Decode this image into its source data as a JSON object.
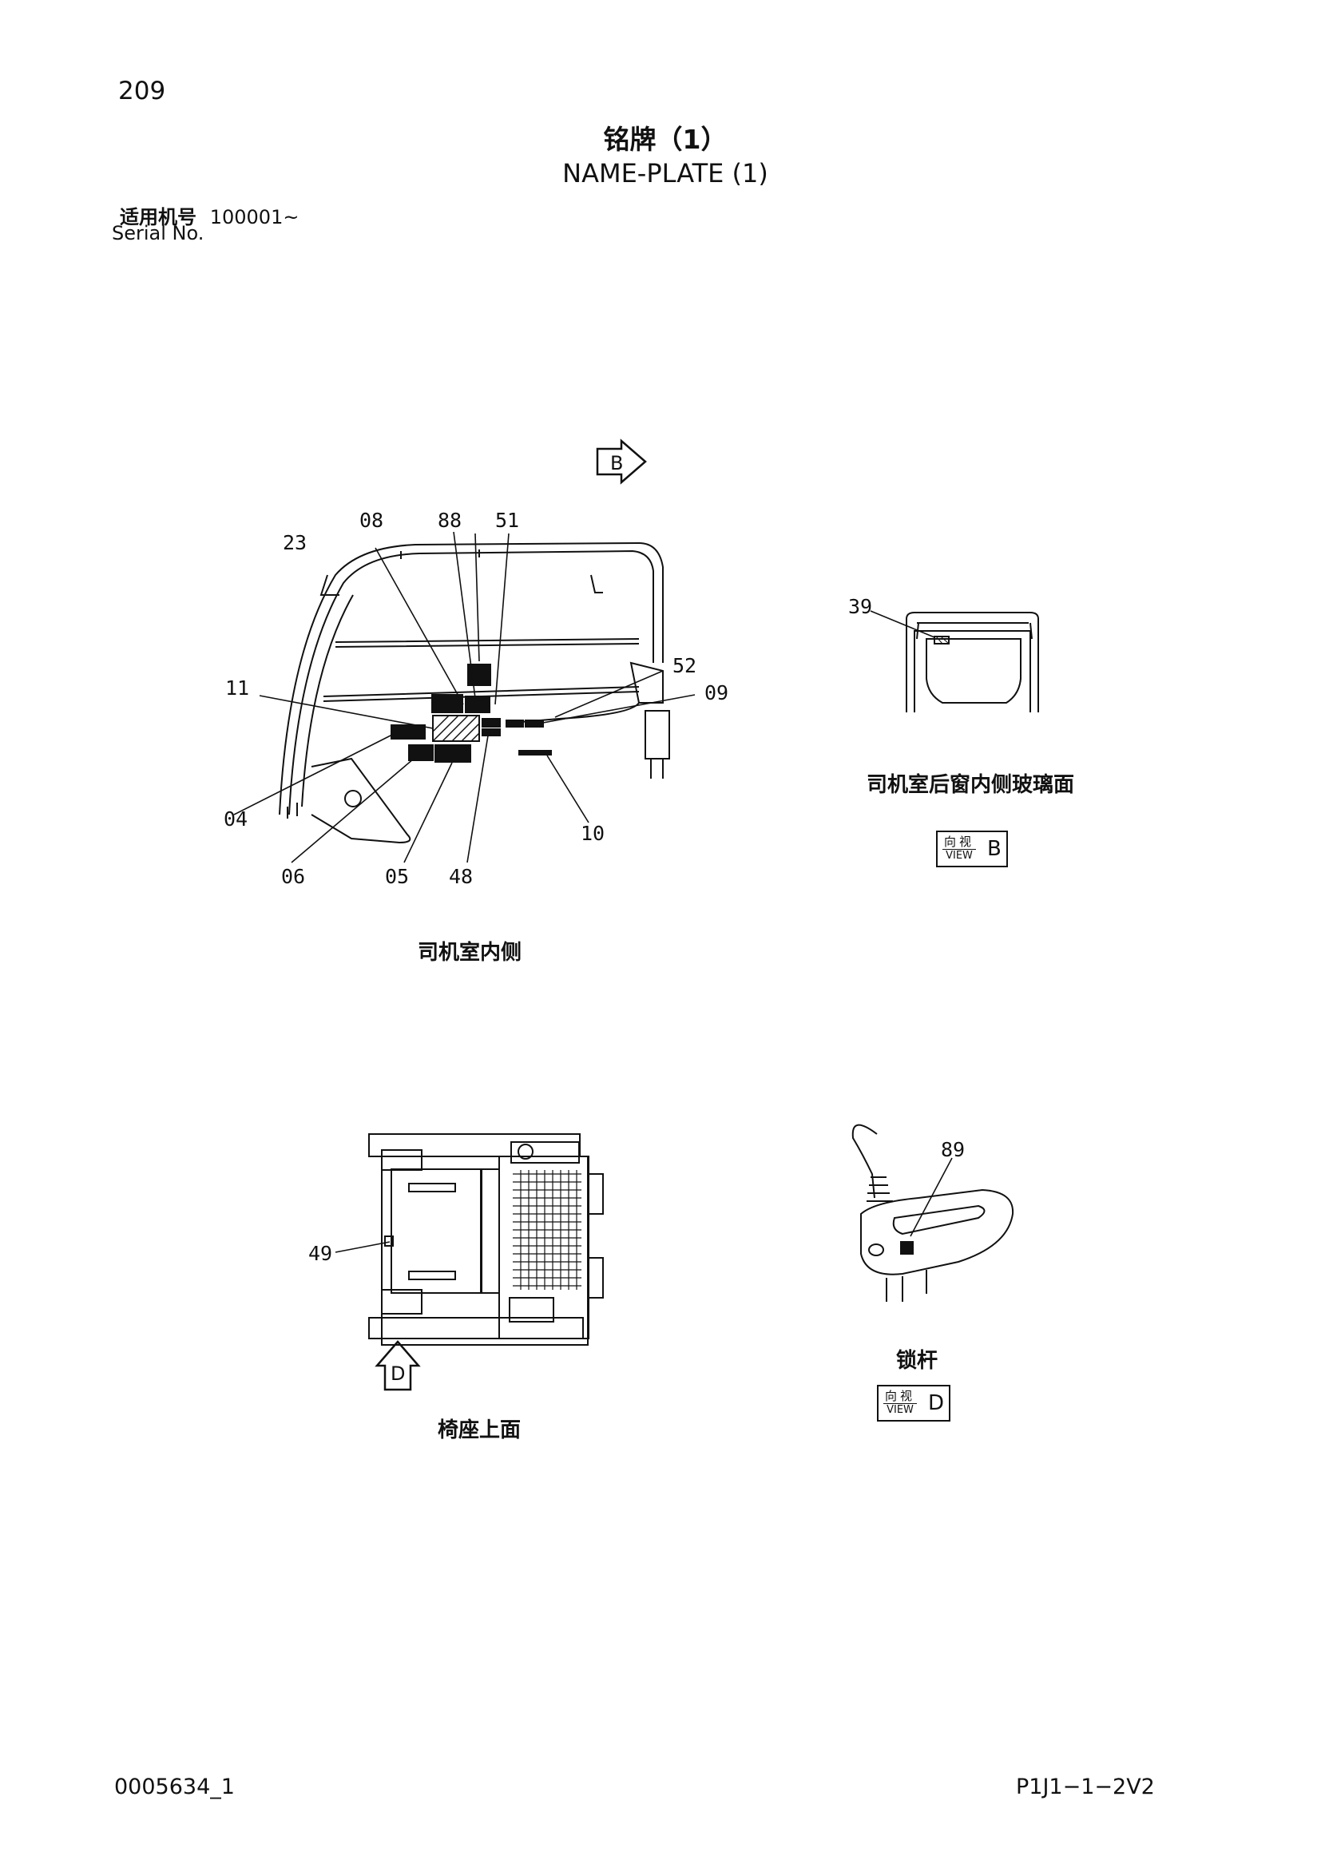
{
  "page_number": "209",
  "title_cn": "铭牌（1）",
  "title_en": "NAME-PLATE (1)",
  "serial": {
    "label_cn": "适用机号",
    "value": "100001~",
    "label_en": "Serial No."
  },
  "view_arrows": {
    "b": "B",
    "d": "D"
  },
  "callouts": {
    "c08": "08",
    "c88": "88",
    "c51": "51",
    "c23": "23",
    "c52": "52",
    "c11": "11",
    "c09": "09",
    "c04": "04",
    "c10": "10",
    "c06": "06",
    "c05": "05",
    "c48": "48",
    "c39": "39",
    "c49": "49",
    "c89": "89"
  },
  "captions": {
    "cab_inside": "司机室内侧",
    "rear_window": "司机室后窗内侧玻璃面",
    "seat_top": "椅座上面",
    "lock_lever": "锁杆"
  },
  "view_labels": {
    "b": {
      "cn": "向视",
      "en": "VIEW",
      "letter": "B"
    },
    "d": {
      "cn": "向视",
      "en": "VIEW",
      "letter": "D"
    }
  },
  "footer": {
    "left": "0005634_1",
    "right": "P1J1−1−2V2"
  }
}
